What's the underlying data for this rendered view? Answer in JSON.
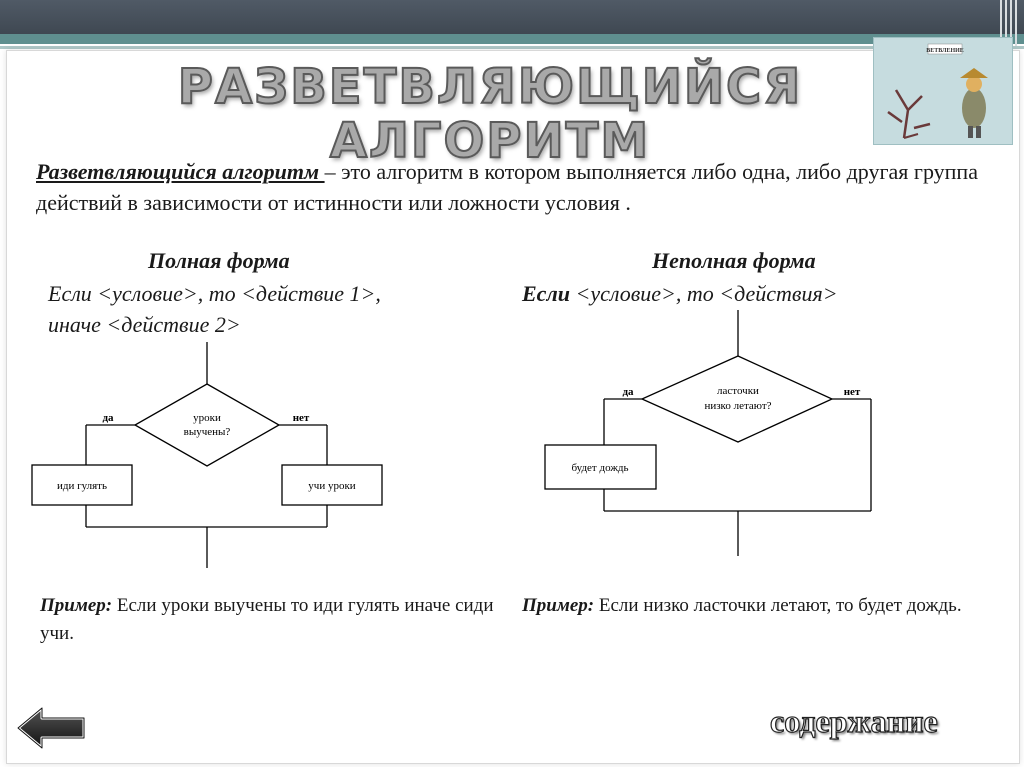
{
  "slide": {
    "title_line1": "РАЗВЕТВЛЯЮЩИЙСЯ",
    "title_line2": "АЛГОРИТМ",
    "corner_image_label": "ВЕТВЛЕНИЕ",
    "definition_term": "Разветвляющийся алгоритм ",
    "definition_rest": "– это алгоритм в котором выполняется либо одна, либо другая группа действий в зависимости от истинности или ложности условия ."
  },
  "full_form": {
    "heading": "Полная форма",
    "text": "Если <условие>, то <действие 1>, иначе <действие 2>",
    "diagram": {
      "condition_line1": "уроки",
      "condition_line2": "выучены?",
      "yes_label": "да",
      "no_label": "нет",
      "yes_action": "иди гулять",
      "no_action": "учи уроки"
    },
    "example_label": "Пример:",
    "example_text": " Если уроки выучены то иди гулять иначе сиди учи."
  },
  "partial_form": {
    "heading": "Неполная форма",
    "text_bold": "Если",
    "text_rest": " <условие>, то <действия>",
    "diagram": {
      "condition_line1": "ласточки",
      "condition_line2": "низко летают?",
      "yes_label": "да",
      "no_label": "нет",
      "yes_action": "будет дождь"
    },
    "example_label": "Пример:",
    "example_text": " Если низко ласточки летают, то будет дождь."
  },
  "nav": {
    "back_icon": "left-arrow-icon",
    "contents_label": "содержание"
  }
}
